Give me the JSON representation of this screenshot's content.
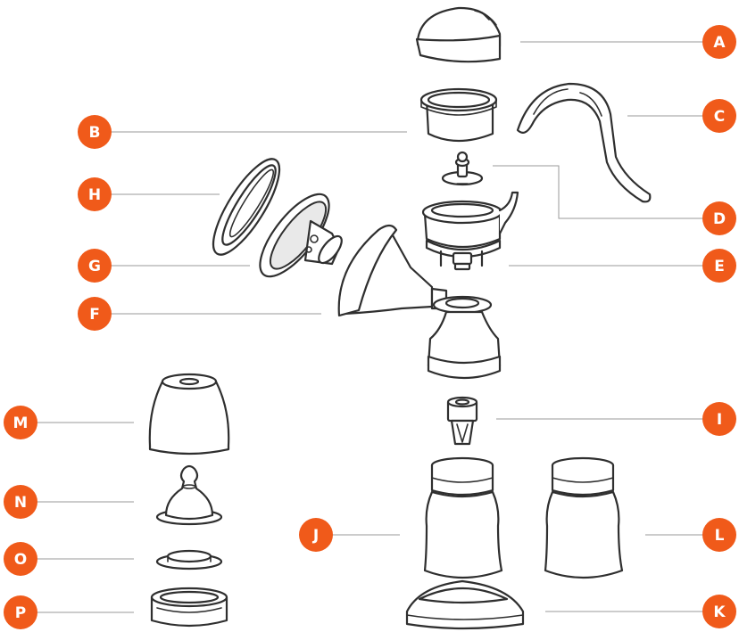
{
  "accent_color": "#f05a1a",
  "parts": [
    {
      "id": "A",
      "label": "A",
      "icon": "lid-cap-icon"
    },
    {
      "id": "B",
      "label": "B",
      "icon": "valve-cup-icon"
    },
    {
      "id": "C",
      "label": "C",
      "icon": "pump-handle-icon"
    },
    {
      "id": "D",
      "label": "D",
      "icon": "piston-valve-icon"
    },
    {
      "id": "E",
      "label": "E",
      "icon": "pump-body-icon"
    },
    {
      "id": "F",
      "label": "F",
      "icon": "breast-shield-funnel-icon"
    },
    {
      "id": "G",
      "label": "G",
      "icon": "massage-cushion-icon"
    },
    {
      "id": "H",
      "label": "H",
      "icon": "silicone-ring-icon"
    },
    {
      "id": "I",
      "label": "I",
      "icon": "duckbill-valve-icon"
    },
    {
      "id": "J",
      "label": "J",
      "icon": "collection-bottle-icon"
    },
    {
      "id": "K",
      "label": "K",
      "icon": "bottle-stand-icon"
    },
    {
      "id": "L",
      "label": "L",
      "icon": "second-bottle-icon"
    },
    {
      "id": "M",
      "label": "M",
      "icon": "bottle-cap-icon"
    },
    {
      "id": "N",
      "label": "N",
      "icon": "teat-nipple-icon"
    },
    {
      "id": "O",
      "label": "O",
      "icon": "sealing-disc-icon"
    },
    {
      "id": "P",
      "label": "P",
      "icon": "screw-ring-icon"
    }
  ]
}
